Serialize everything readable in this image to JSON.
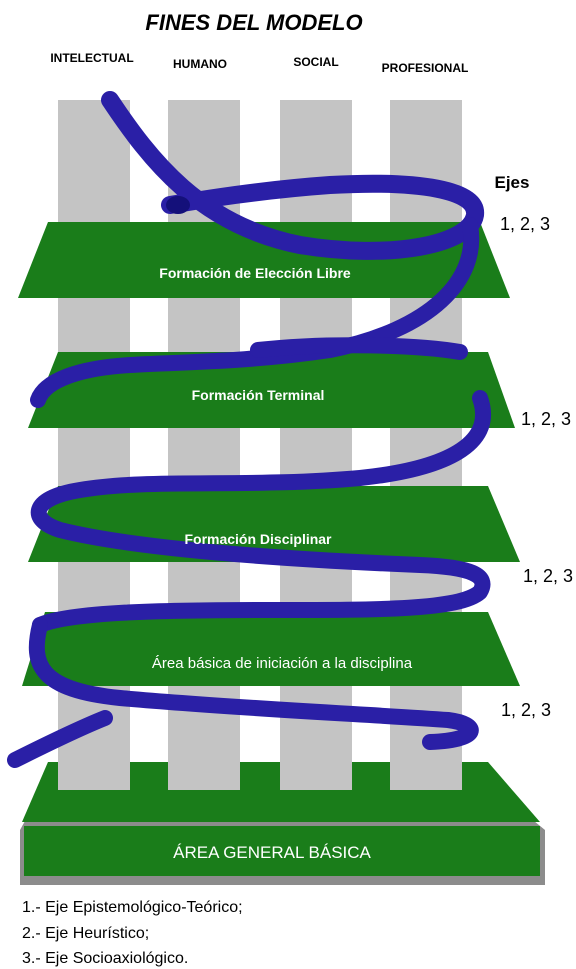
{
  "title": "FINES DEL MODELO",
  "columns": [
    "INTELECTUAL",
    "HUMANO",
    "SOCIAL",
    "PROFESIONAL"
  ],
  "axes_heading": "Ejes",
  "levels": [
    {
      "label": "Formación de Elección Libre",
      "axes": "1, 2, 3"
    },
    {
      "label": "Formación Terminal",
      "axes": "1, 2, 3"
    },
    {
      "label": "Formación Disciplinar",
      "axes": "1, 2, 3"
    },
    {
      "label": "Área básica de iniciación a la disciplina",
      "axes": "1, 2, 3"
    }
  ],
  "base_label": "ÁREA GENERAL BÁSICA",
  "legend": [
    "1.- Eje Epistemológico-Teórico;",
    "2.- Eje Heurístico;",
    "3.- Eje Socioaxiológico."
  ],
  "colors": {
    "platform": "#1a7d1a",
    "platform_dark": "#0e5a0e",
    "pillar": "#c4c4c4",
    "spiral": "#2a1fa6",
    "text_light": "#ffffff",
    "text_dark": "#000000",
    "base_frame": "#8c8c8c"
  }
}
